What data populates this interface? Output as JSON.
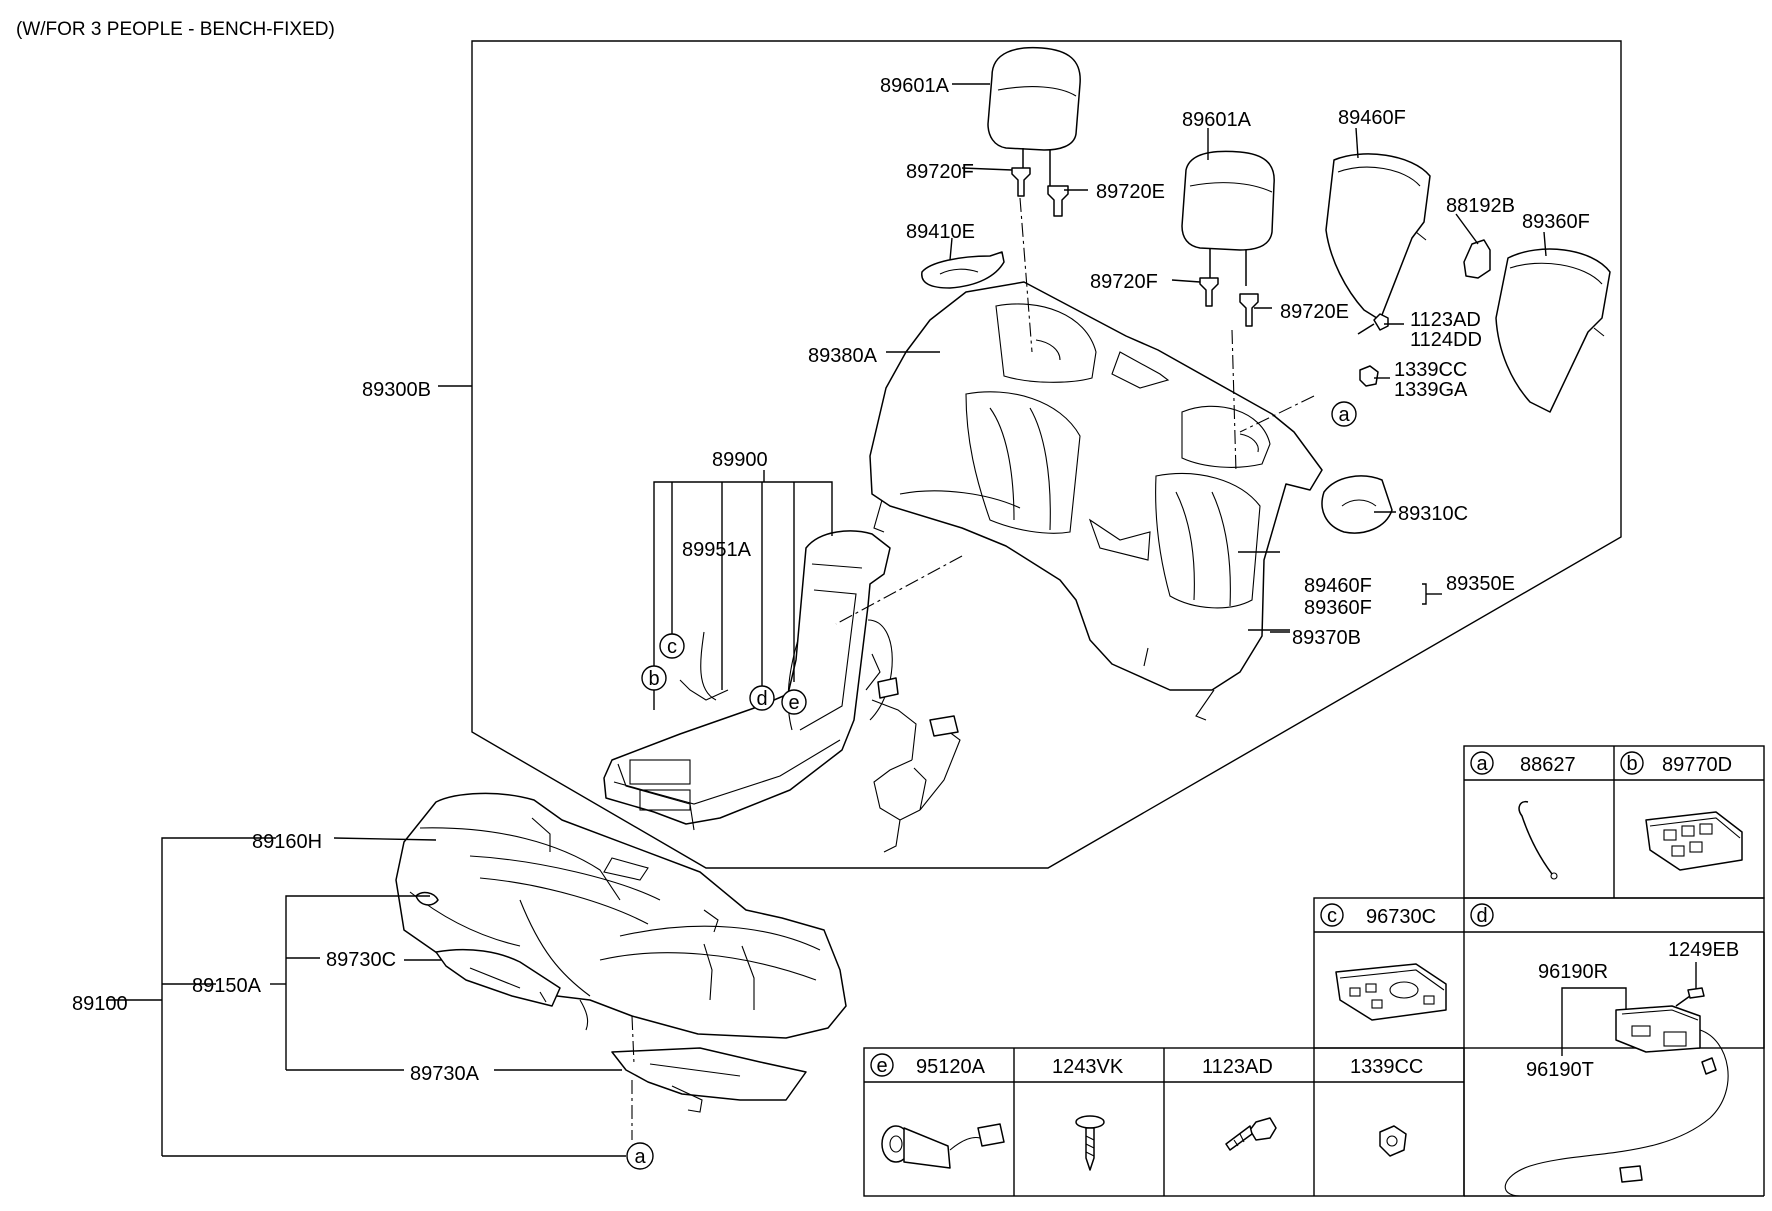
{
  "title": "(W/FOR 3 PEOPLE - BENCH-FIXED)",
  "parts": {
    "p89601A_left": "89601A",
    "p89601A_right": "89601A",
    "p89720F_upper": "89720F",
    "p89720E_upper": "89720E",
    "p89720F_lower": "89720F",
    "p89720E_lower": "89720E",
    "p89410E": "89410E",
    "p89460F_top": "89460F",
    "p88192B": "88192B",
    "p89360F_top": "89360F",
    "p1123AD": "1123AD",
    "p1124DD": "1124DD",
    "p1339CC": "1339CC",
    "p1339GA": "1339GA",
    "p89380A": "89380A",
    "p89300B": "89300B",
    "p89900": "89900",
    "p89951A": "89951A",
    "p89310C": "89310C",
    "p89460F_mid": "89460F",
    "p89360F_mid": "89360F",
    "p89350E": "89350E",
    "p89370B": "89370B",
    "p89160H": "89160H",
    "p89150A": "89150A",
    "p89730C": "89730C",
    "p89100": "89100",
    "p89730A": "89730A"
  },
  "callouts": {
    "a_back": "a",
    "a_bottom": "a",
    "b": "b",
    "c": "c",
    "d": "d",
    "e": "e"
  },
  "detail_table": {
    "a": {
      "letter": "a",
      "part": "88627"
    },
    "b": {
      "letter": "b",
      "part": "89770D"
    },
    "c": {
      "letter": "c",
      "part": "96730C"
    },
    "d": {
      "letter": "d",
      "parts": [
        "96190R",
        "1249EB",
        "96190T"
      ]
    },
    "e": {
      "letter": "e",
      "part": "95120A"
    },
    "hardware": [
      "1243VK",
      "1123AD",
      "1339CC"
    ]
  }
}
